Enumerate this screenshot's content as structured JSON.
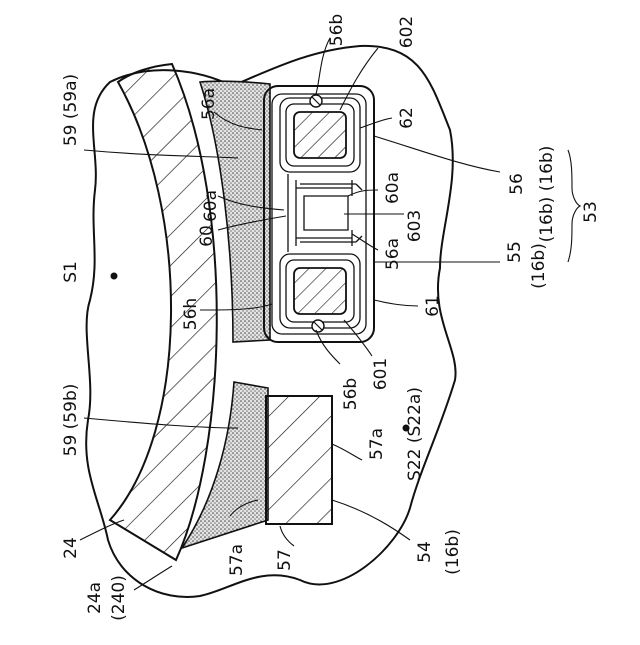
{
  "figure": {
    "labels": {
      "l56b_top": "56b",
      "l602": "602",
      "l59_59a": "59 (59a)",
      "l56a_top": "56a",
      "l62": "62",
      "l56": "56",
      "l16b_16b": "(16b) (16b)",
      "l53": "53",
      "l60a_left": "60a",
      "l60a_right": "60a",
      "l603": "603",
      "l60": "60",
      "l56a_mid": "56a",
      "l55": "55",
      "l16b_mid": "(16b)",
      "lS1": "S1",
      "l56h": "56h",
      "l61": "61",
      "l601": "601",
      "l56b_bot": "56b",
      "l59_59b": "59 (59b)",
      "lS22": "S22 (S22a)",
      "l57a_right": "57a",
      "l24": "24",
      "l57a_left": "57a",
      "l57": "57",
      "l54": "54",
      "l16b_bot": "(16b)",
      "l24a": "24a",
      "l240": "(240)"
    }
  }
}
